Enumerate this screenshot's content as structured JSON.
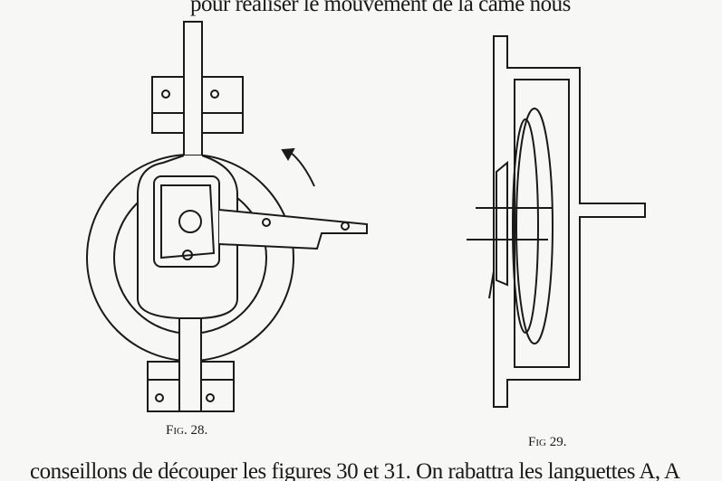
{
  "text": {
    "top_line": "pour réaliser le mouvement de la came nous",
    "bottom_line": "conseillons de découper les figures 30 et 31. On rabattra les languettes A, A"
  },
  "figures": [
    {
      "caption": "Fig. 28."
    },
    {
      "caption": "Fig 29."
    }
  ]
}
